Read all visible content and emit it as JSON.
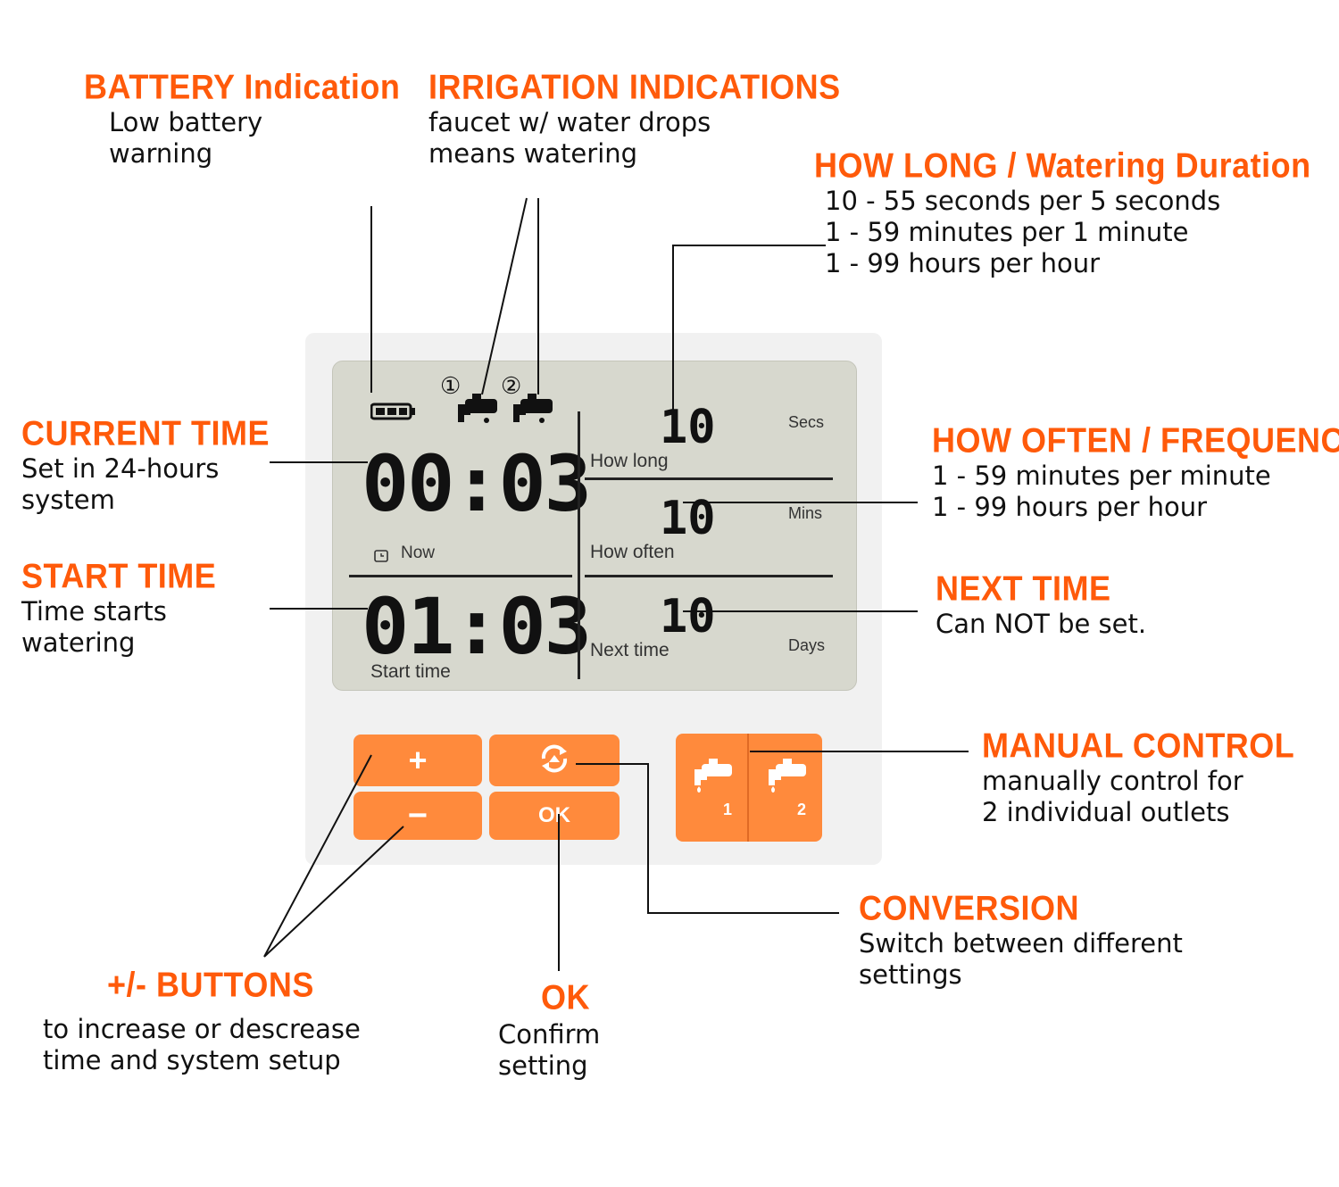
{
  "callouts": {
    "battery": {
      "title": "BATTERY Indication",
      "desc": [
        "Low battery",
        "warning"
      ]
    },
    "irrigation": {
      "title": "IRRIGATION INDICATIONS",
      "desc": [
        "faucet w/ water drops",
        "means watering"
      ]
    },
    "how_long": {
      "title": "HOW LONG / Watering Duration",
      "desc": [
        "10 - 55 seconds per 5 seconds",
        "1 - 59 minutes per 1 minute",
        "1 - 99 hours per hour"
      ]
    },
    "current_time": {
      "title": "CURRENT TIME",
      "desc": [
        "Set in 24-hours",
        "system"
      ]
    },
    "how_often": {
      "title": "HOW OFTEN / FREQUENCY",
      "desc": [
        "1 - 59 minutes per minute",
        "1 - 99 hours per hour"
      ]
    },
    "start_time": {
      "title": "START TIME",
      "desc": [
        "Time starts",
        "watering"
      ]
    },
    "next_time": {
      "title": "NEXT TIME",
      "desc": [
        "Can NOT be set."
      ]
    },
    "manual_control": {
      "title": "MANUAL CONTROL",
      "desc": [
        "manually control for",
        "2 individual outlets"
      ]
    },
    "conversion": {
      "title": "CONVERSION",
      "desc": [
        "Switch between different",
        "settings"
      ]
    },
    "plus_minus": {
      "title": "+/- BUTTONS",
      "desc": [
        "to increase or descrease",
        "time and system setup"
      ]
    },
    "ok": {
      "title": "OK",
      "desc": [
        "Confirm",
        "setting"
      ]
    }
  },
  "lcd": {
    "now_time": "00:03",
    "now_label": "Now",
    "start_time": "01:03",
    "start_label": "Start time",
    "how_long_value": "10",
    "how_long_label": "How long",
    "how_long_unit": "Secs",
    "how_often_value": "10",
    "how_often_label": "How often",
    "how_often_unit": "Mins",
    "next_time_value": "10",
    "next_time_label": "Next time",
    "next_time_unit": "Days",
    "outlet_1": "①",
    "outlet_2": "②"
  },
  "buttons": {
    "plus": "+",
    "minus": "−",
    "ok": "OK",
    "manual_1": "1",
    "manual_2": "2"
  },
  "icons": {
    "battery": "battery-icon",
    "faucet": "faucet-icon",
    "conversion": "cycle-arrows-icon",
    "clock": "clock-icon"
  },
  "colors": {
    "accent": "#ff5a0a",
    "button": "#ff8a3c",
    "lcd": "#d7d8ce"
  }
}
